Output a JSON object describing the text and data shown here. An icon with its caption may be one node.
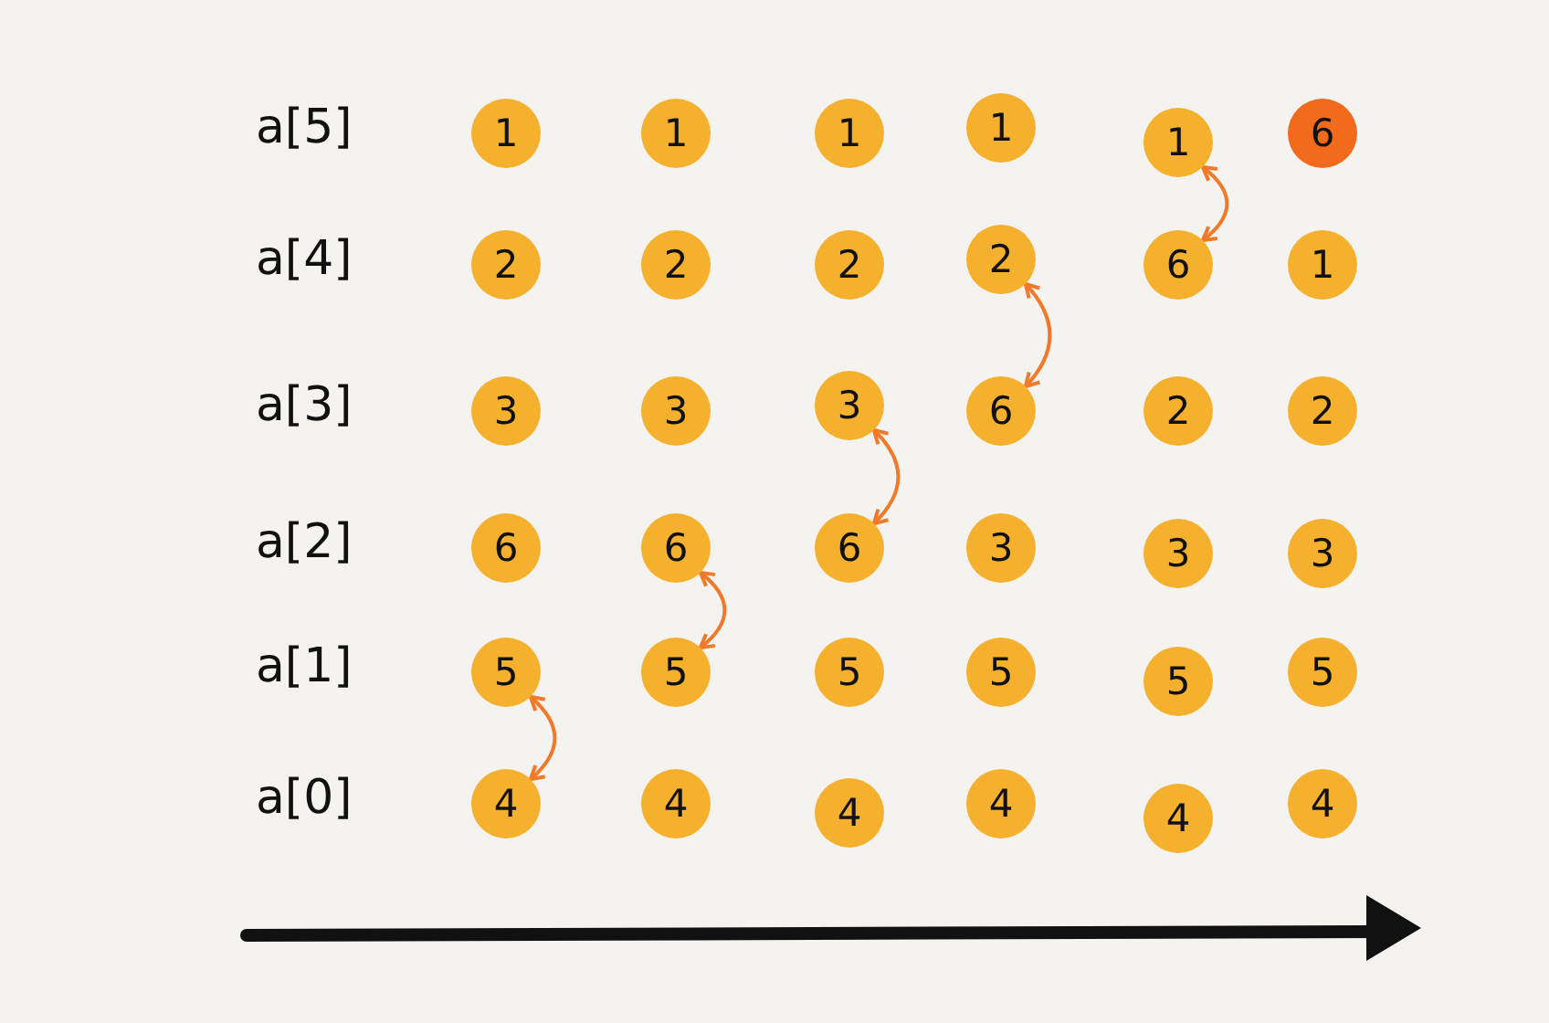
{
  "diagram": {
    "nodes": [
      {
        "text": [
          "1"
        ]
      },
      {
        "text": [
          "1"
        ]
      },
      {
        "text": [
          "1"
        ]
      },
      {
        "text": [
          "1"
        ]
      },
      {
        "text": [
          "1"
        ]
      },
      {
        "text": [
          "6"
        ]
      },
      {
        "text": [
          "2"
        ]
      },
      {
        "text": [
          "2"
        ]
      },
      {
        "text": [
          "2"
        ]
      },
      {
        "text": [
          "2"
        ]
      },
      {
        "text": [
          "6"
        ]
      },
      {
        "text": [
          "1"
        ]
      },
      {
        "text": [
          "3"
        ]
      },
      {
        "text": [
          "3"
        ]
      },
      {
        "text": [
          "3"
        ]
      },
      {
        "text": [
          "6"
        ]
      },
      {
        "text": [
          "2"
        ]
      },
      {
        "text": [
          "2"
        ]
      },
      {
        "text": [
          "6"
        ]
      },
      {
        "text": [
          "6"
        ]
      },
      {
        "text": [
          "6"
        ]
      },
      {
        "text": [
          "3"
        ]
      },
      {
        "text": [
          "3"
        ]
      },
      {
        "text": [
          "3"
        ]
      },
      {
        "text": [
          "5"
        ]
      },
      {
        "text": [
          "5"
        ]
      },
      {
        "text": [
          "5"
        ]
      },
      {
        "text": [
          "5"
        ]
      },
      {
        "text": [
          "5"
        ]
      },
      {
        "text": [
          "5"
        ]
      },
      {
        "text": [
          "4"
        ]
      },
      {
        "text": [
          "4"
        ]
      },
      {
        "text": [
          "4"
        ]
      },
      {
        "text": [
          "4"
        ]
      },
      {
        "text": [
          "4"
        ]
      },
      {
        "text": [
          "4"
        ]
      }
    ],
    "edges": [
      {
        "from": 24,
        "to": 30,
        "arrow": "both"
      },
      {
        "from": 19,
        "to": 25,
        "arrow": "both"
      },
      {
        "from": 14,
        "to": 20,
        "arrow": "both"
      },
      {
        "from": 9,
        "to": 15,
        "arrow": "both"
      },
      {
        "from": 4,
        "to": 10,
        "arrow": "both"
      }
    ],
    "labels": [
      "a[5]",
      "a[4]",
      "a[3]",
      "a[2]",
      "a[1]",
      "a[0]"
    ]
  }
}
